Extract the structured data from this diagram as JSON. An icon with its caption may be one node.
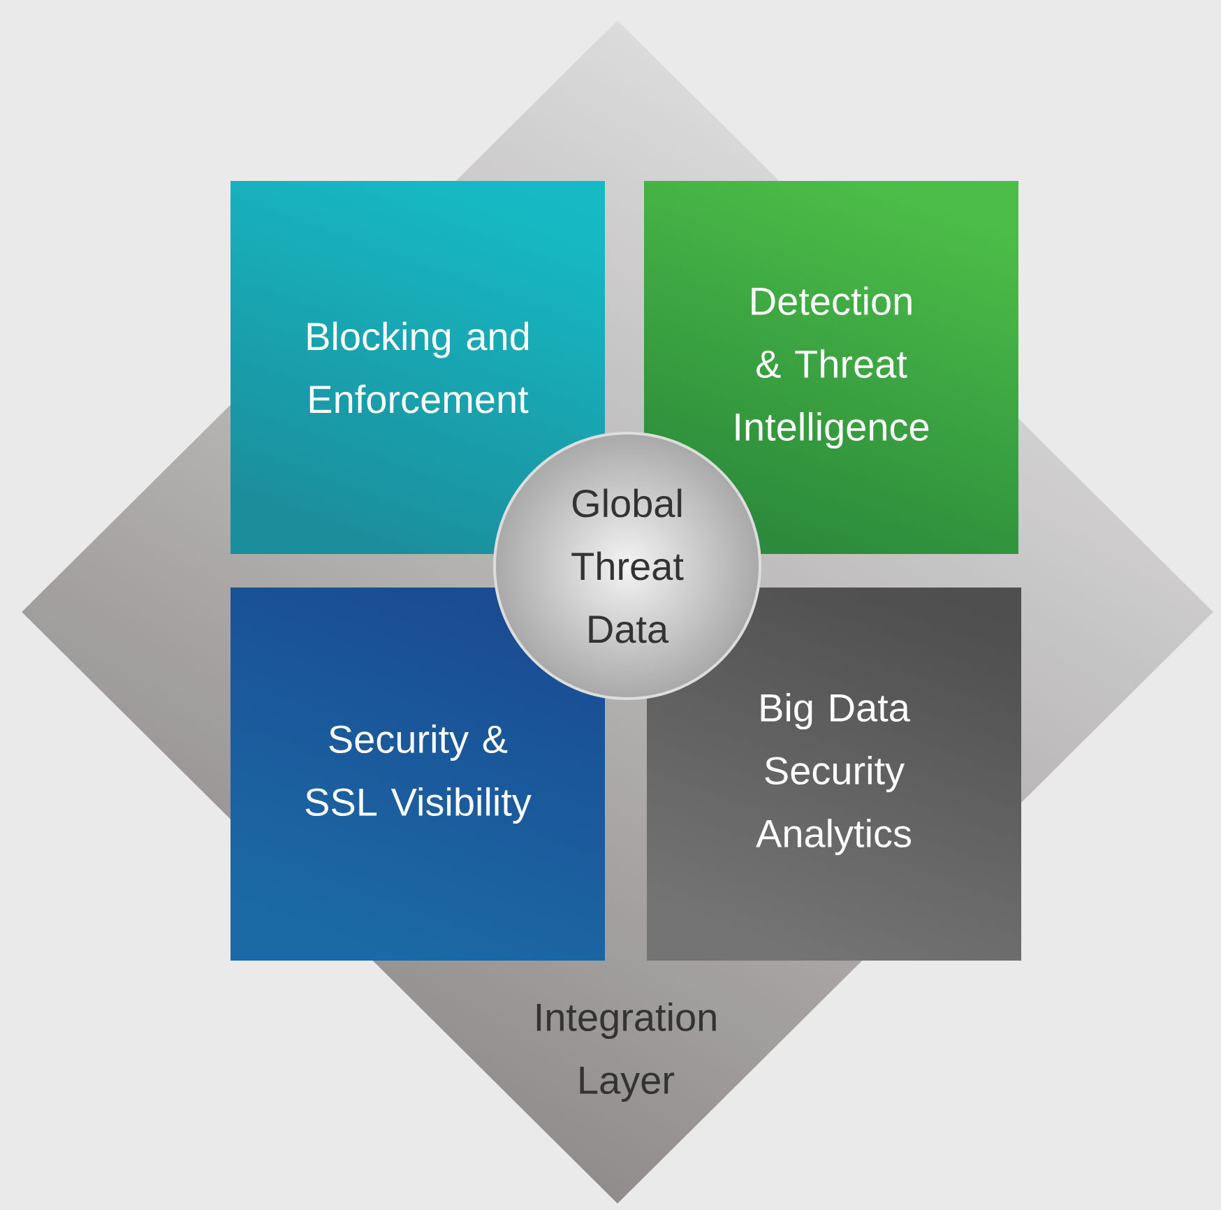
{
  "diagram": {
    "nodes": [
      {
        "text": [
          "Integration Layer"
        ]
      },
      {
        "text": [
          "Blocking and Enforcement"
        ]
      },
      {
        "text": [
          "Detection & Threat Intelligence"
        ]
      },
      {
        "text": [
          "Security & SSL Visibility"
        ]
      },
      {
        "text": [
          "Big Data Security Analytics"
        ]
      },
      {
        "text": [
          "Global Threat Data"
        ]
      }
    ]
  }
}
